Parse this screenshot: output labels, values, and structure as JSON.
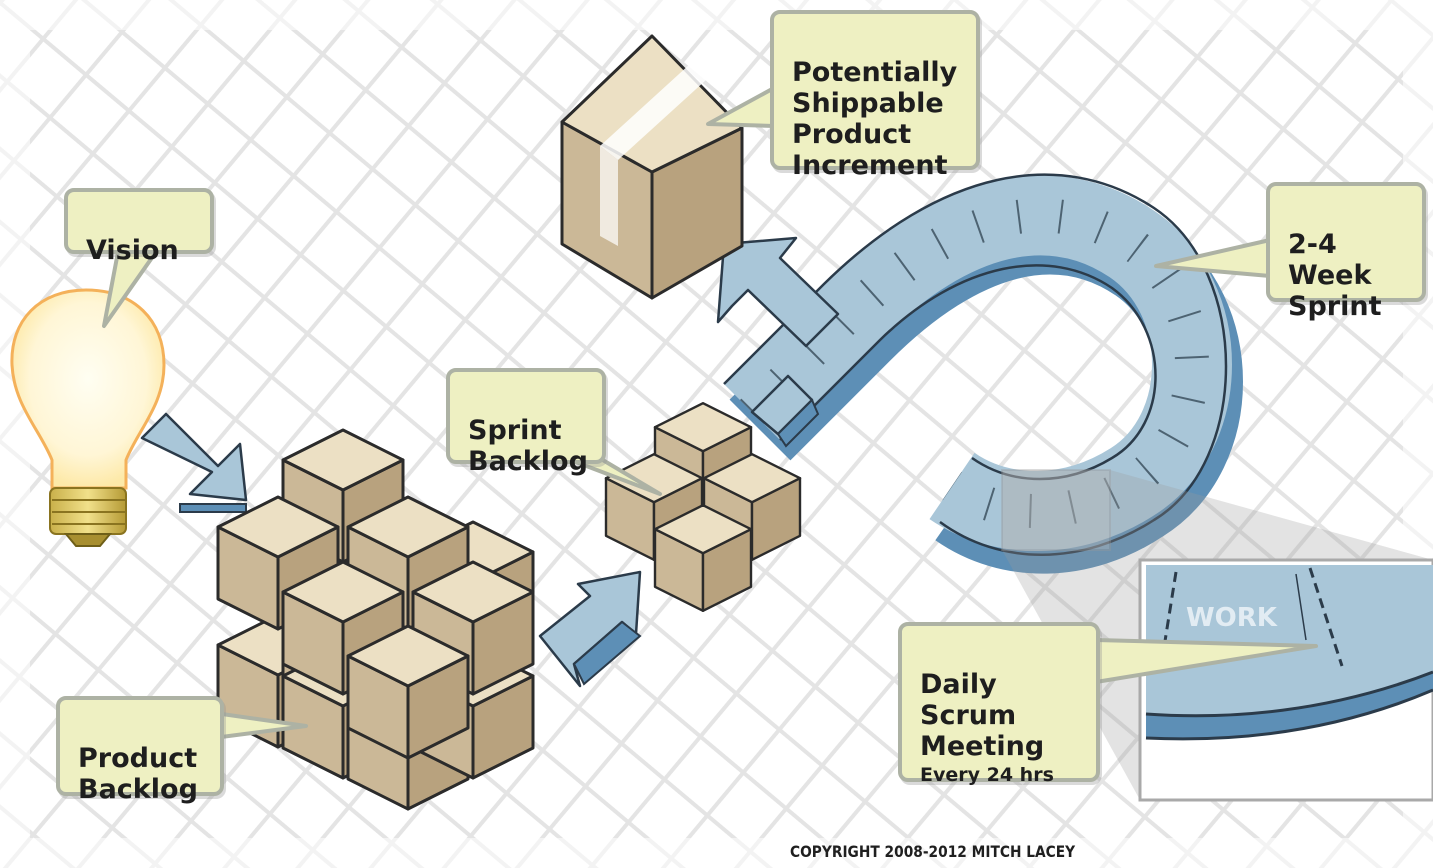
{
  "labels": {
    "vision": "Vision",
    "product_backlog": "Product\nBacklog",
    "sprint_backlog": "Sprint\nBacklog",
    "increment": "Potentially\nShippable\nProduct\nIncrement",
    "sprint_length": "2-4\nWeek\nSprint",
    "daily_scrum": "Daily\nScrum\nMeeting",
    "daily_scrum_frequency": "Every 24 hrs",
    "work": "WORK"
  },
  "copyright": "COPYRIGHT 2008-2012 MITCH LACEY",
  "colors": {
    "callout_fill": "#eef0c2",
    "callout_border": "#adb2a4",
    "box_top": "#ece0c4",
    "box_left": "#cbb897",
    "box_right": "#b8a27e",
    "arrow_light": "#a9c6d8",
    "arrow_dark": "#5d8fb6",
    "grid": "#e6e6e6"
  },
  "icons": {
    "vision": "light-bulb-icon",
    "product_backlog": "box-stack-icon",
    "sprint_backlog": "small-box-group-icon",
    "increment": "shipping-box-icon"
  }
}
